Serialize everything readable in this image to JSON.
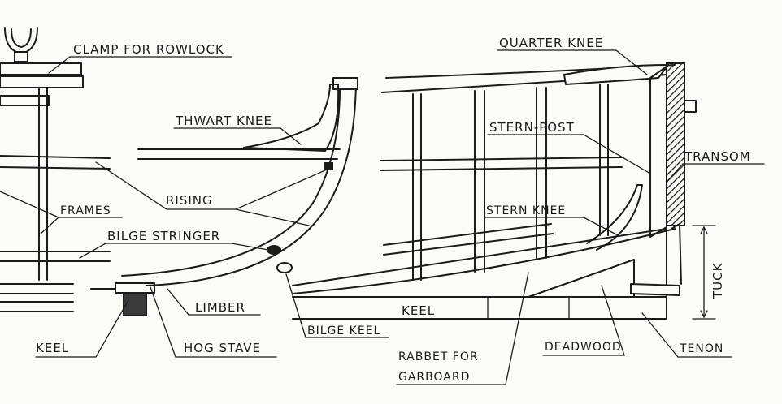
{
  "labels": {
    "clamp_for_rowlock": "CLAMP FOR ROWLOCK",
    "quarter_knee": "QUARTER KNEE",
    "thwart_knee": "THWART KNEE",
    "stern_post": "STERN-POST",
    "transom": "TRANSOM",
    "rising": "RISING",
    "frames": "FRAMES",
    "stern_knee": "STERN KNEE",
    "bilge_stringer": "BILGE STRINGER",
    "tuck": "TUCK",
    "limber": "LIMBER",
    "keel_center": "KEEL",
    "keel_left": "KEEL",
    "hog_stave": "HOG STAVE",
    "bilge_keel": "BILGE KEEL",
    "rabbet_line1": "RABBET FOR",
    "rabbet_line2": "GARBOARD",
    "deadwood": "DEADWOOD",
    "tenon": "TENON"
  },
  "colors": {
    "ink": "#1b1b1b",
    "paper": "#fbfbf8"
  }
}
